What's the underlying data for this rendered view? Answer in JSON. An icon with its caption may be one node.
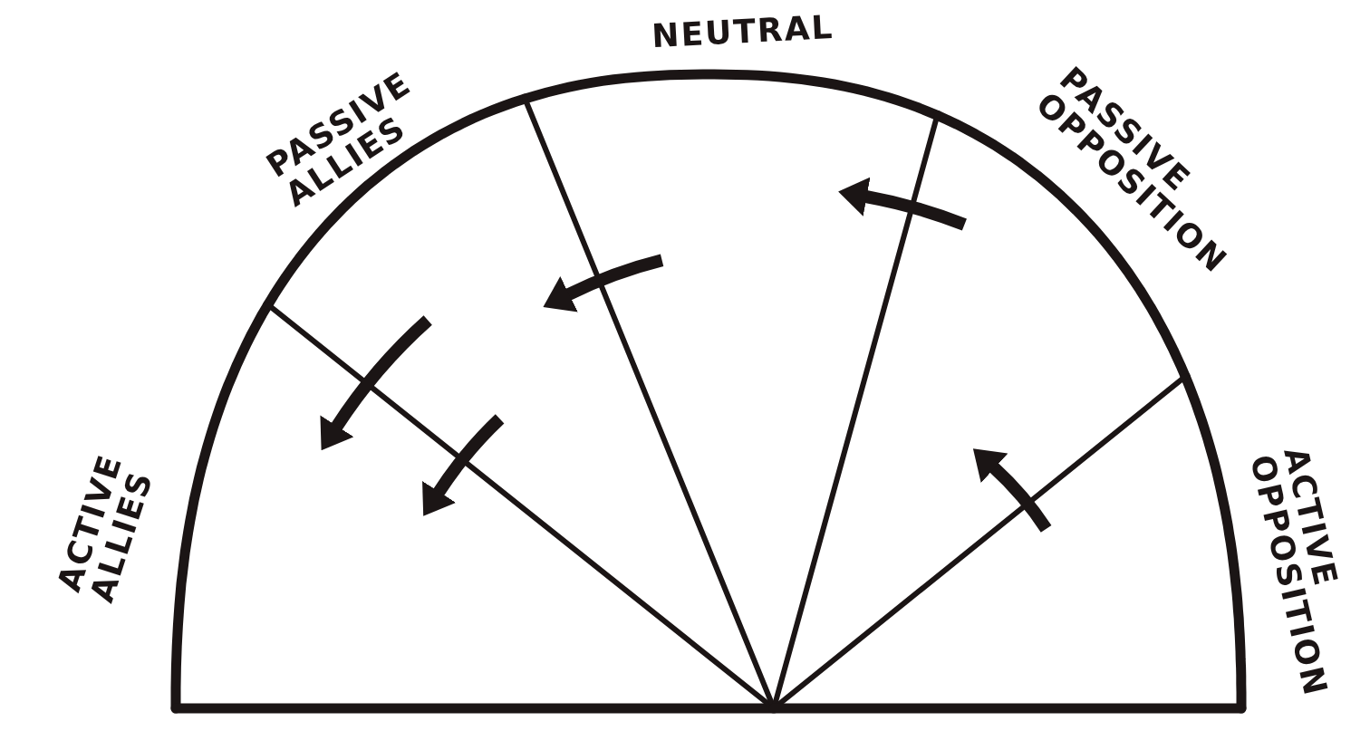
{
  "diagram": {
    "nodes": [
      {
        "text": [
          "ACTIVE ALLIES"
        ]
      },
      {
        "text": [
          "PASSIVE ALLIES"
        ]
      },
      {
        "text": [
          "NEUTRAL"
        ]
      },
      {
        "text": [
          "PASSIVE OPPOSITION"
        ]
      },
      {
        "text": [
          "ACTIVE OPPOSITION"
        ]
      }
    ],
    "edges": [
      {
        "from": 1,
        "to": 0,
        "arrow": "to"
      },
      {
        "from": 1,
        "to": 0,
        "arrow": "to"
      },
      {
        "from": 2,
        "to": 1,
        "arrow": "to"
      },
      {
        "from": 3,
        "to": 2,
        "arrow": "to"
      },
      {
        "from": 4,
        "to": 3,
        "arrow": "to"
      }
    ]
  }
}
